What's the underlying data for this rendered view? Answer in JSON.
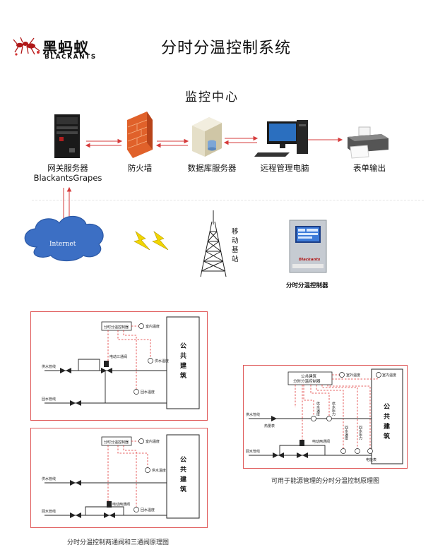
{
  "header": {
    "brand_cn": "黑蚂蚁",
    "brand_en": "BLACKANTS",
    "title": "分时分温控制系统"
  },
  "monitor_center": {
    "title": "监控中心",
    "devices": [
      {
        "label": "网关服务器",
        "sublabel": "BlackantsGrapes"
      },
      {
        "label": "防火墙"
      },
      {
        "label": "数据库服务器"
      },
      {
        "label": "远程管理电脑"
      },
      {
        "label": "表单输出"
      }
    ]
  },
  "network": {
    "internet_label": "Internet",
    "tower_label": "移动基站",
    "controller_label": "分时分温控制器",
    "controller_brand": "Blackants"
  },
  "diagram_three_way": {
    "controller": "分时分温控制器",
    "indoor_temp": "室内温度",
    "supply_pipe": "供水管线",
    "return_pipe": "回水管线",
    "valve": "电动三通阀",
    "supply_temp": "供水温度",
    "return_temp": "回水温度",
    "building": "公共建筑"
  },
  "diagram_two_way": {
    "controller": "分时分温控制器",
    "indoor_temp": "室内温度",
    "supply_pipe": "供水管线",
    "return_pipe": "回水管线",
    "valve": "电动两通阀",
    "supply_temp": "供水温度",
    "return_temp": "回水温度",
    "building": "公共建筑"
  },
  "diagram_energy": {
    "controller_line1": "公共建筑",
    "controller_line2": "分时分温控制器",
    "outdoor_temp": "室外温度",
    "indoor_temp": "室内温度",
    "supply_pipe": "供水管线",
    "return_pipe": "回水管线",
    "heat_meter": "热量表",
    "supply_temp": "供水温度",
    "supply_pressure": "供水压力",
    "return_temp": "回水温度",
    "return_pressure": "回水压力",
    "power_meter": "电能表",
    "valve": "电动两通阀",
    "building": "公共建筑"
  },
  "captions": {
    "left": "分时分温控制两通阀和三通阀原理图",
    "right": "可用于能源管理的分时分温控制原理图"
  }
}
